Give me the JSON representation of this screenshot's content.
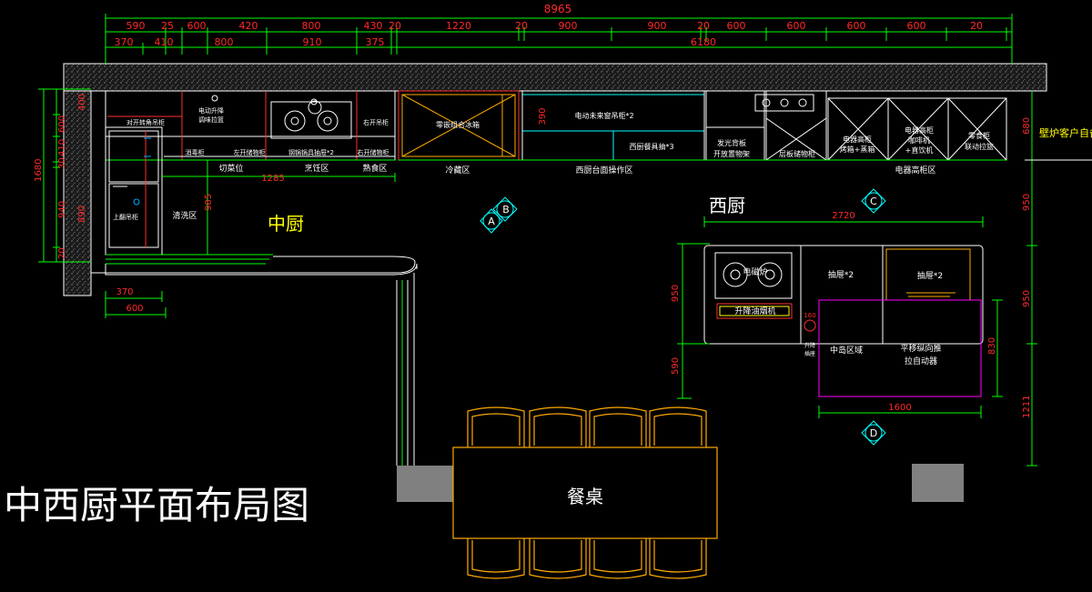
{
  "title": "中西厨平面布局图",
  "dims": {
    "total": "8965",
    "top_row": [
      "590",
      "25",
      "600",
      "420",
      "800",
      "430",
      "20",
      "1220",
      "20",
      "900",
      "900",
      "20",
      "600",
      "600",
      "600",
      "600",
      "20"
    ],
    "second_row": [
      "370",
      "410",
      "800",
      "910",
      "375",
      "6180"
    ],
    "left": [
      "400",
      "600",
      "410",
      "30",
      "1680",
      "940",
      "890",
      "20"
    ],
    "right_col": [
      "680",
      "950",
      "950",
      "1211"
    ],
    "misc": {
      "d390": "390",
      "d1285": "1285",
      "d985": "985",
      "d370": "370",
      "d600": "600",
      "island_top": "2720",
      "island_left_top": "950",
      "island_left_bottom": "590",
      "island_bottom": "1600",
      "island_right": "830",
      "small_160": "160"
    }
  },
  "zones": {
    "zhongchu": "中厨",
    "xichu": "西厨",
    "dining": "餐桌",
    "wall_note": "壁炉客户自备"
  },
  "labels": {
    "qiecai": "切菜位",
    "pengren": "烹饪区",
    "shushi": "熟食区",
    "lengcang": "冷藏区",
    "xichu_op": "西厨台面操作区",
    "dianqi_zone": "电器高柜区",
    "qingxi": "清洗区",
    "dianqi_guikai": "对开转角吊柜",
    "diandong_shengjiang": "电动升降",
    "tiaowei": "调味拉篮",
    "youkai_diaogui": "右开吊柜",
    "xiaodu": "消毒柜",
    "zuokai_chuwu": "左开储物柜",
    "guoju_la": "钢锅锅具抽屉*2",
    "youkai_chuwu": "右开储物柜",
    "shangfan_diaogui": "上翻吊柜",
    "lingqian_bingxiang": "零嵌组合冰箱",
    "diandong_diaogui": "电动未来窗吊柜*2",
    "xichu_canju": "西厨餐具抽*3",
    "faguang_beiban": "发光背板",
    "kaifang_zhiwu": "开放置物架",
    "cengban_chuwu": "层板储物柜",
    "dianqi_gaogui1_a": "电器高柜",
    "dianqi_gaogui1_b": "烤箱+蒸箱",
    "dianqi_gaogui2_a": "电器高柜",
    "dianqi_gaogui2_b": "咖啡机",
    "dianqi_gaogui2_c": "+直饮机",
    "lingshi_a": "零食柜",
    "lingshi_b": "联动拉篮",
    "diancilu": "电磁炉",
    "shengjiang_youyanji": "升降油烟机",
    "chouti1": "抽屉*2",
    "chouti2": "抽屉*2",
    "zhongdao": "中岛区域",
    "pingyi_a": "平移纵向推",
    "pingyi_b": "拉自动器",
    "shengjiang_shuilongtou_a": "升降",
    "shengjiang_shuilongtou_b": "插座"
  },
  "markers": [
    "A",
    "B",
    "C",
    "D"
  ],
  "colors": {
    "dim": "#00ff00",
    "dimtext": "#ff2a2a",
    "wall": "#ffffff",
    "cab": "#ffffff",
    "cyan": "#00ffff",
    "yellow": "#ffff00",
    "magenta": "#ff00ff",
    "orange": "#ffaa00",
    "red": "#ff2020",
    "grey": "#808080"
  }
}
